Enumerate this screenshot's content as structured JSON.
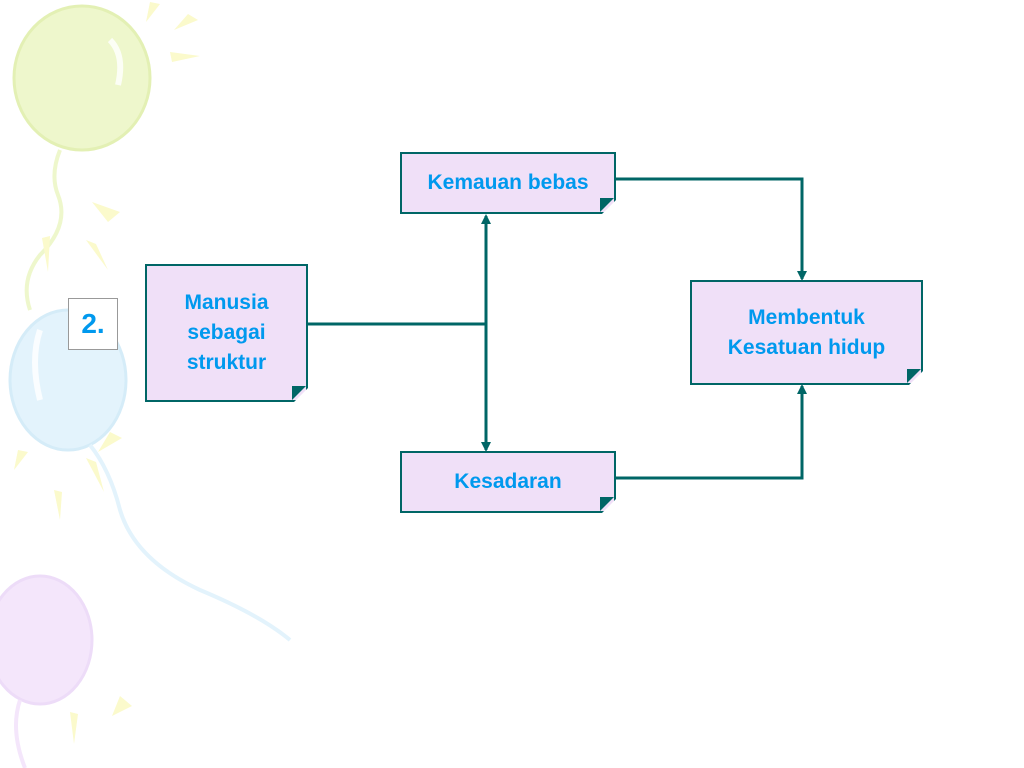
{
  "slide": {
    "number_label": "2."
  },
  "diagram": {
    "nodes": {
      "manusia": [
        "Manusia",
        "sebagai",
        "struktur"
      ],
      "kemauan": [
        "Kemauan bebas"
      ],
      "kesadaran": [
        "Kesadaran"
      ],
      "membentuk": [
        "Membentuk",
        "Kesatuan hidup"
      ]
    },
    "colors": {
      "box_fill": "#f0e0f8",
      "box_border": "#006666",
      "text": "#0099ee",
      "connector": "#006666"
    }
  }
}
